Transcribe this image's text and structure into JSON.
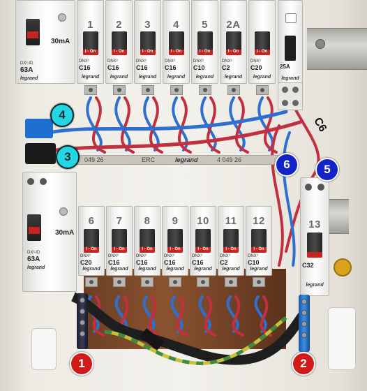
{
  "top_row": {
    "rcd": {
      "amp": "63A",
      "sensitivity": "30mA",
      "brand": "legrand",
      "type_label": "DX³-ID"
    },
    "breakers": [
      {
        "num": "1",
        "rating": "C16"
      },
      {
        "num": "2",
        "rating": "C16"
      },
      {
        "num": "3",
        "rating": "C16"
      },
      {
        "num": "4",
        "rating": "C16"
      },
      {
        "num": "5",
        "rating": "C10"
      },
      {
        "num": "2A",
        "rating": "C2"
      },
      {
        "num": "",
        "rating": "C20"
      }
    ],
    "contactor": {
      "rating": "25A",
      "brand": "legrand"
    }
  },
  "bottom_row": {
    "rcd": {
      "amp": "63A",
      "sensitivity": "30mA",
      "brand": "legrand",
      "type_label": "DX³-ID"
    },
    "breakers": [
      {
        "num": "6",
        "rating": "C20"
      },
      {
        "num": "7",
        "rating": "C16"
      },
      {
        "num": "8",
        "rating": "C16"
      },
      {
        "num": "9",
        "rating": "C16"
      },
      {
        "num": "10",
        "rating": "C16"
      },
      {
        "num": "11",
        "rating": "C2"
      },
      {
        "num": "12",
        "rating": "C10"
      }
    ],
    "side_breaker": {
      "num": "13",
      "rating": "C32",
      "brand": "legrand"
    }
  },
  "breaker_brand": "legrand",
  "on_label": "I - On",
  "strip_texts": [
    "049 26",
    "ERC",
    "legrand",
    "4 049 26"
  ],
  "markers": [
    {
      "id": "1",
      "color": "red"
    },
    {
      "id": "2",
      "color": "red"
    },
    {
      "id": "3",
      "color": "cyan"
    },
    {
      "id": "4",
      "color": "cyan"
    },
    {
      "id": "5",
      "color": "blue"
    },
    {
      "id": "6",
      "color": "blue"
    }
  ],
  "wire_label": "C6",
  "colors": {
    "live_wire": "#c23040",
    "neutral_wire": "#2f6fd0",
    "earth_wire": "#c8c23a",
    "marker_red": "#d11a1a",
    "marker_cyan": "#22d6e4",
    "marker_blue": "#1224c8"
  }
}
